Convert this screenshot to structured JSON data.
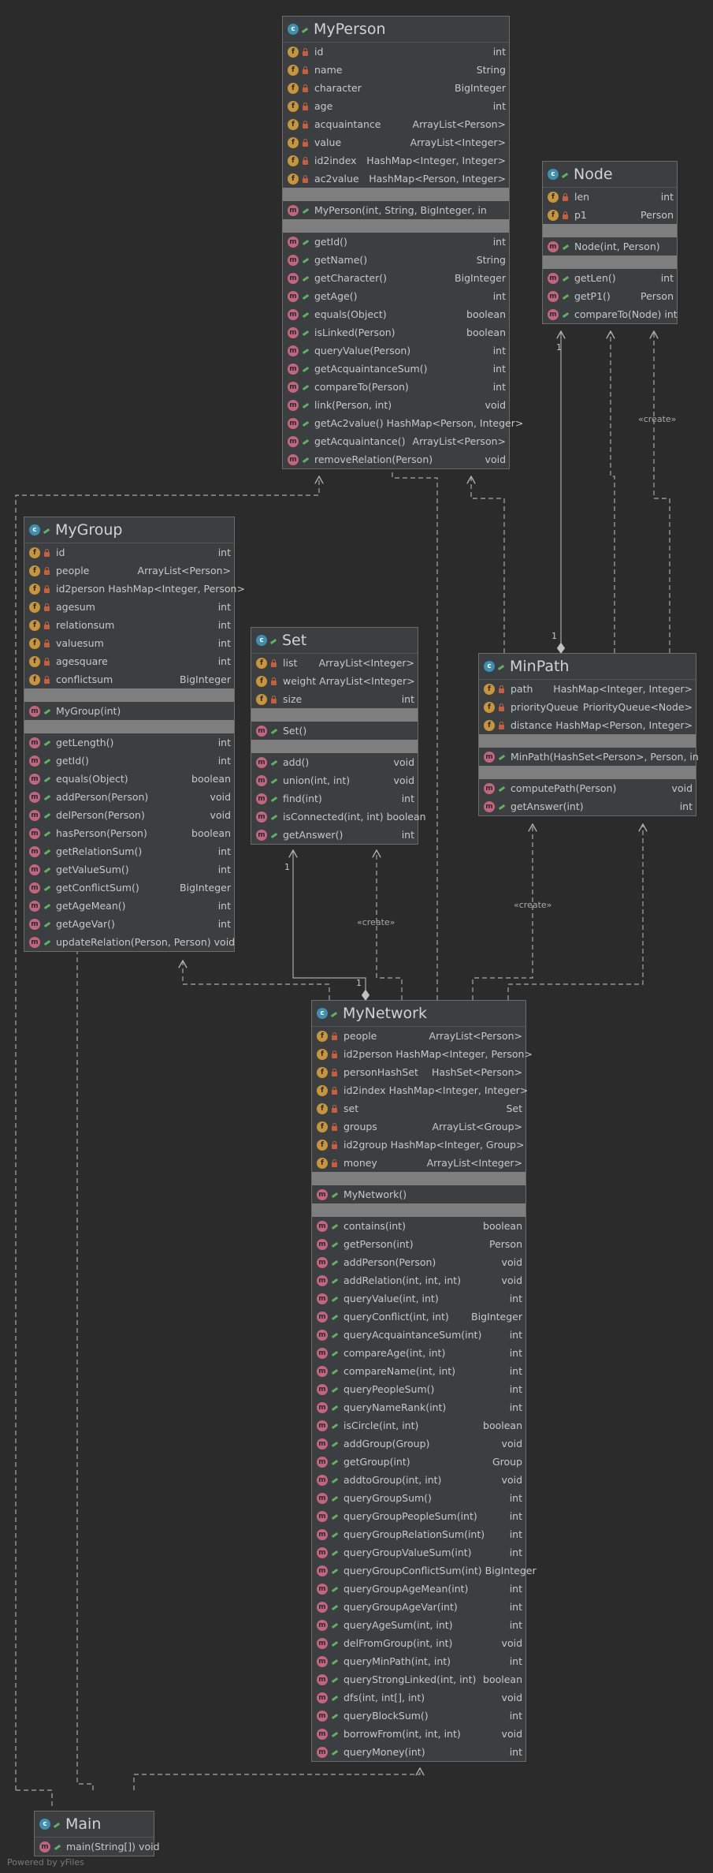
{
  "classes": {
    "myperson": {
      "name": "MyPerson",
      "fields": [
        {
          "name": "id",
          "type": "int"
        },
        {
          "name": "name",
          "type": "String"
        },
        {
          "name": "character",
          "type": "BigInteger"
        },
        {
          "name": "age",
          "type": "int"
        },
        {
          "name": "acquaintance",
          "type": "ArrayList<Person>"
        },
        {
          "name": "value",
          "type": "ArrayList<Integer>"
        },
        {
          "name": "id2index",
          "type": "HashMap<Integer, Integer>"
        },
        {
          "name": "ac2value",
          "type": "HashMap<Person, Integer>"
        }
      ],
      "constructors": [
        {
          "name": "MyPerson(int, String, BigInteger, in",
          "type": ""
        }
      ],
      "methods": [
        {
          "name": "getId()",
          "type": "int"
        },
        {
          "name": "getName()",
          "type": "String"
        },
        {
          "name": "getCharacter()",
          "type": "BigInteger"
        },
        {
          "name": "getAge()",
          "type": "int"
        },
        {
          "name": "equals(Object)",
          "type": "boolean"
        },
        {
          "name": "isLinked(Person)",
          "type": "boolean"
        },
        {
          "name": "queryValue(Person)",
          "type": "int"
        },
        {
          "name": "getAcquaintanceSum()",
          "type": "int"
        },
        {
          "name": "compareTo(Person)",
          "type": "int"
        },
        {
          "name": "link(Person, int)",
          "type": "void"
        },
        {
          "name": "getAc2value()",
          "type": "HashMap<Person, Integer>"
        },
        {
          "name": "getAcquaintance()",
          "type": "ArrayList<Person>"
        },
        {
          "name": "removeRelation(Person)",
          "type": "void"
        }
      ]
    },
    "node": {
      "name": "Node",
      "fields": [
        {
          "name": "len",
          "type": "int"
        },
        {
          "name": "p1",
          "type": "Person"
        }
      ],
      "constructors": [
        {
          "name": "Node(int, Person)",
          "type": ""
        }
      ],
      "methods": [
        {
          "name": "getLen()",
          "type": "int"
        },
        {
          "name": "getP1()",
          "type": "Person"
        },
        {
          "name": "compareTo(Node)",
          "type": "int"
        }
      ]
    },
    "mygroup": {
      "name": "MyGroup",
      "fields": [
        {
          "name": "id",
          "type": "int"
        },
        {
          "name": "people",
          "type": "ArrayList<Person>"
        },
        {
          "name": "id2person",
          "type": "HashMap<Integer, Person>"
        },
        {
          "name": "agesum",
          "type": "int"
        },
        {
          "name": "relationsum",
          "type": "int"
        },
        {
          "name": "valuesum",
          "type": "int"
        },
        {
          "name": "agesquare",
          "type": "int"
        },
        {
          "name": "conflictsum",
          "type": "BigInteger"
        }
      ],
      "constructors": [
        {
          "name": "MyGroup(int)",
          "type": ""
        }
      ],
      "methods": [
        {
          "name": "getLength()",
          "type": "int"
        },
        {
          "name": "getId()",
          "type": "int"
        },
        {
          "name": "equals(Object)",
          "type": "boolean"
        },
        {
          "name": "addPerson(Person)",
          "type": "void"
        },
        {
          "name": "delPerson(Person)",
          "type": "void"
        },
        {
          "name": "hasPerson(Person)",
          "type": "boolean"
        },
        {
          "name": "getRelationSum()",
          "type": "int"
        },
        {
          "name": "getValueSum()",
          "type": "int"
        },
        {
          "name": "getConflictSum()",
          "type": "BigInteger"
        },
        {
          "name": "getAgeMean()",
          "type": "int"
        },
        {
          "name": "getAgeVar()",
          "type": "int"
        },
        {
          "name": "updateRelation(Person, Person)",
          "type": "void"
        }
      ]
    },
    "set": {
      "name": "Set",
      "fields": [
        {
          "name": "list",
          "type": "ArrayList<Integer>"
        },
        {
          "name": "weight",
          "type": "ArrayList<Integer>"
        },
        {
          "name": "size",
          "type": "int"
        }
      ],
      "constructors": [
        {
          "name": "Set()",
          "type": ""
        }
      ],
      "methods": [
        {
          "name": "add()",
          "type": "void"
        },
        {
          "name": "union(int, int)",
          "type": "void"
        },
        {
          "name": "find(int)",
          "type": "int"
        },
        {
          "name": "isConnected(int, int)",
          "type": "boolean"
        },
        {
          "name": "getAnswer()",
          "type": "int"
        }
      ]
    },
    "minpath": {
      "name": "MinPath",
      "fields": [
        {
          "name": "path",
          "type": "HashMap<Integer, Integer>"
        },
        {
          "name": "priorityQueue",
          "type": "PriorityQueue<Node>"
        },
        {
          "name": "distance",
          "type": "HashMap<Person, Integer>"
        }
      ],
      "constructors": [
        {
          "name": "MinPath(HashSet<Person>, Person, in",
          "type": ""
        }
      ],
      "methods": [
        {
          "name": "computePath(Person)",
          "type": "void"
        },
        {
          "name": "getAnswer(int)",
          "type": "int"
        }
      ]
    },
    "mynetwork": {
      "name": "MyNetwork",
      "fields": [
        {
          "name": "people",
          "type": "ArrayList<Person>"
        },
        {
          "name": "id2person",
          "type": "HashMap<Integer, Person>"
        },
        {
          "name": "personHashSet",
          "type": "HashSet<Person>"
        },
        {
          "name": "id2index",
          "type": "HashMap<Integer, Integer>"
        },
        {
          "name": "set",
          "type": "Set"
        },
        {
          "name": "groups",
          "type": "ArrayList<Group>"
        },
        {
          "name": "id2group",
          "type": "HashMap<Integer, Group>"
        },
        {
          "name": "money",
          "type": "ArrayList<Integer>"
        }
      ],
      "constructors": [
        {
          "name": "MyNetwork()",
          "type": ""
        }
      ],
      "methods": [
        {
          "name": "contains(int)",
          "type": "boolean"
        },
        {
          "name": "getPerson(int)",
          "type": "Person"
        },
        {
          "name": "addPerson(Person)",
          "type": "void"
        },
        {
          "name": "addRelation(int, int, int)",
          "type": "void"
        },
        {
          "name": "queryValue(int, int)",
          "type": "int"
        },
        {
          "name": "queryConflict(int, int)",
          "type": "BigInteger"
        },
        {
          "name": "queryAcquaintanceSum(int)",
          "type": "int"
        },
        {
          "name": "compareAge(int, int)",
          "type": "int"
        },
        {
          "name": "compareName(int, int)",
          "type": "int"
        },
        {
          "name": "queryPeopleSum()",
          "type": "int"
        },
        {
          "name": "queryNameRank(int)",
          "type": "int"
        },
        {
          "name": "isCircle(int, int)",
          "type": "boolean"
        },
        {
          "name": "addGroup(Group)",
          "type": "void"
        },
        {
          "name": "getGroup(int)",
          "type": "Group"
        },
        {
          "name": "addtoGroup(int, int)",
          "type": "void"
        },
        {
          "name": "queryGroupSum()",
          "type": "int"
        },
        {
          "name": "queryGroupPeopleSum(int)",
          "type": "int"
        },
        {
          "name": "queryGroupRelationSum(int)",
          "type": "int"
        },
        {
          "name": "queryGroupValueSum(int)",
          "type": "int"
        },
        {
          "name": "queryGroupConflictSum(int)",
          "type": "BigInteger"
        },
        {
          "name": "queryGroupAgeMean(int)",
          "type": "int"
        },
        {
          "name": "queryGroupAgeVar(int)",
          "type": "int"
        },
        {
          "name": "queryAgeSum(int, int)",
          "type": "int"
        },
        {
          "name": "delFromGroup(int, int)",
          "type": "void"
        },
        {
          "name": "queryMinPath(int, int)",
          "type": "int"
        },
        {
          "name": "queryStrongLinked(int, int)",
          "type": "boolean"
        },
        {
          "name": "dfs(int, int[], int)",
          "type": "void"
        },
        {
          "name": "queryBlockSum()",
          "type": "int"
        },
        {
          "name": "borrowFrom(int, int, int)",
          "type": "void"
        },
        {
          "name": "queryMoney(int)",
          "type": "int"
        }
      ]
    },
    "main": {
      "name": "Main",
      "fields": [],
      "constructors": [],
      "methods": [
        {
          "name": "main(String[])",
          "type": "void"
        }
      ]
    }
  },
  "edge_labels": {
    "create_node": "«create»",
    "create_set": "«create»",
    "create_minpath": "«create»",
    "mult_node_one": "1",
    "mult_minpath_one": "1",
    "mult_set_one": "1",
    "mult_network_one": "1"
  },
  "footer": "Powered by yFiles",
  "colors": {
    "background": "#2b2b2b",
    "class_fill": "#3c3f41",
    "field_icon": "#c7953a",
    "method_icon": "#c46580",
    "class_icon": "#3f8fb0",
    "private_lock": "#c65f3d",
    "public_marker": "#5fb55f"
  }
}
